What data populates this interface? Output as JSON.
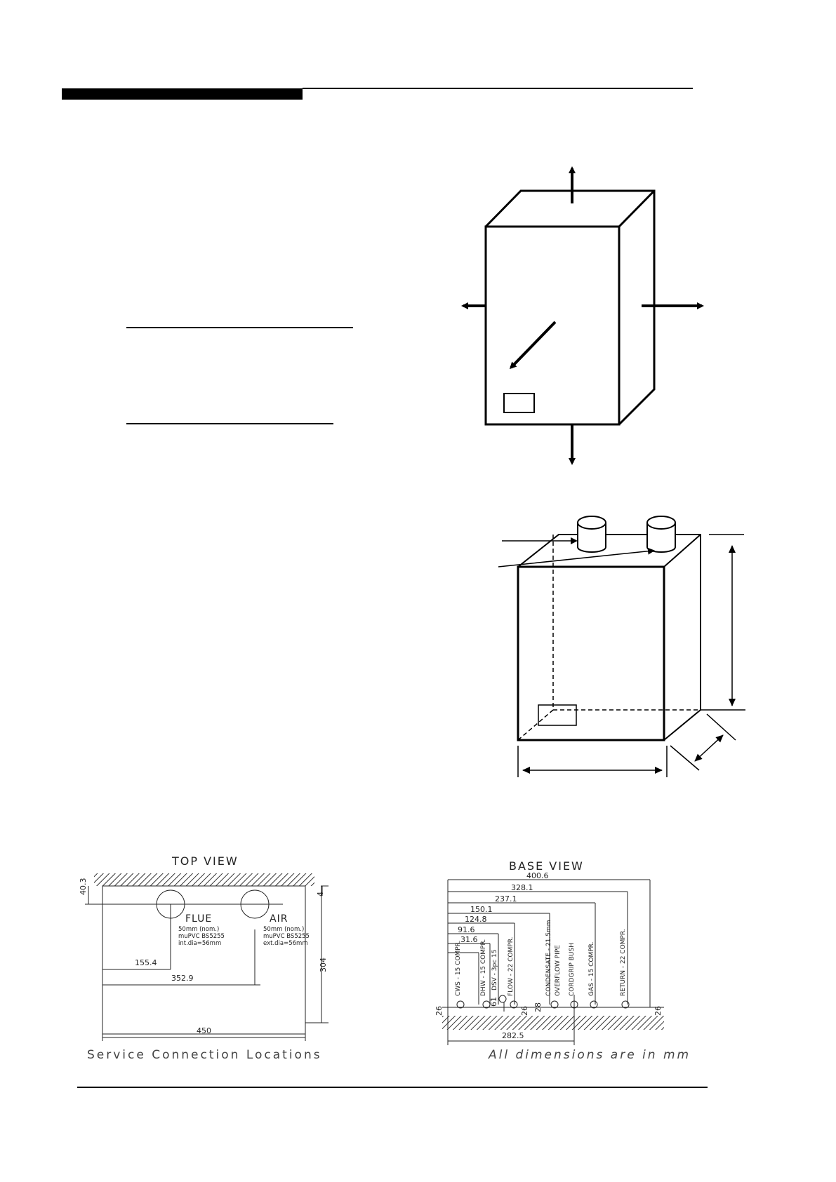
{
  "top_view": {
    "title": "TOP VIEW",
    "dims": {
      "d40_3": "40.3",
      "d4": "4",
      "d155_4": "155.4",
      "d352_9": "352.9",
      "d304": "304",
      "d450": "450"
    },
    "flue": {
      "label": "FLUE",
      "line1": "50mm (nom.)",
      "line2": "muPVC BS5255",
      "line3": "int.dia=56mm"
    },
    "air": {
      "label": "AIR",
      "line1": "50mm (nom.)",
      "line2": "muPVC BS5255",
      "line3": "ext.dia=56mm"
    }
  },
  "base_view": {
    "title": "BASE VIEW",
    "dims": {
      "d400_6": "400.6",
      "d328_1": "328.1",
      "d237_1": "237.1",
      "d150_1": "150.1",
      "d124_8": "124.8",
      "d91_6": "91.6",
      "d31_6": "31.6",
      "d282_5": "282.5",
      "d26a": "26",
      "d26b": "26",
      "d26c": "26",
      "d61": "61",
      "d28": "28"
    },
    "connections": [
      "CWS - 15 COMPR.",
      "DHW - 15 COMPR.",
      "DSV - 3pc 15",
      "FLOW - 22 COMPR.",
      "CONDENSATE - 21.5mm",
      "OVERFLOW PIPE",
      "CORDGRIP BUSH",
      "GAS - 15 COMPR.",
      "RETURN - 22 COMPR."
    ]
  },
  "captions": {
    "service": "Service Connection Locations",
    "units": "All dimensions are in mm"
  }
}
